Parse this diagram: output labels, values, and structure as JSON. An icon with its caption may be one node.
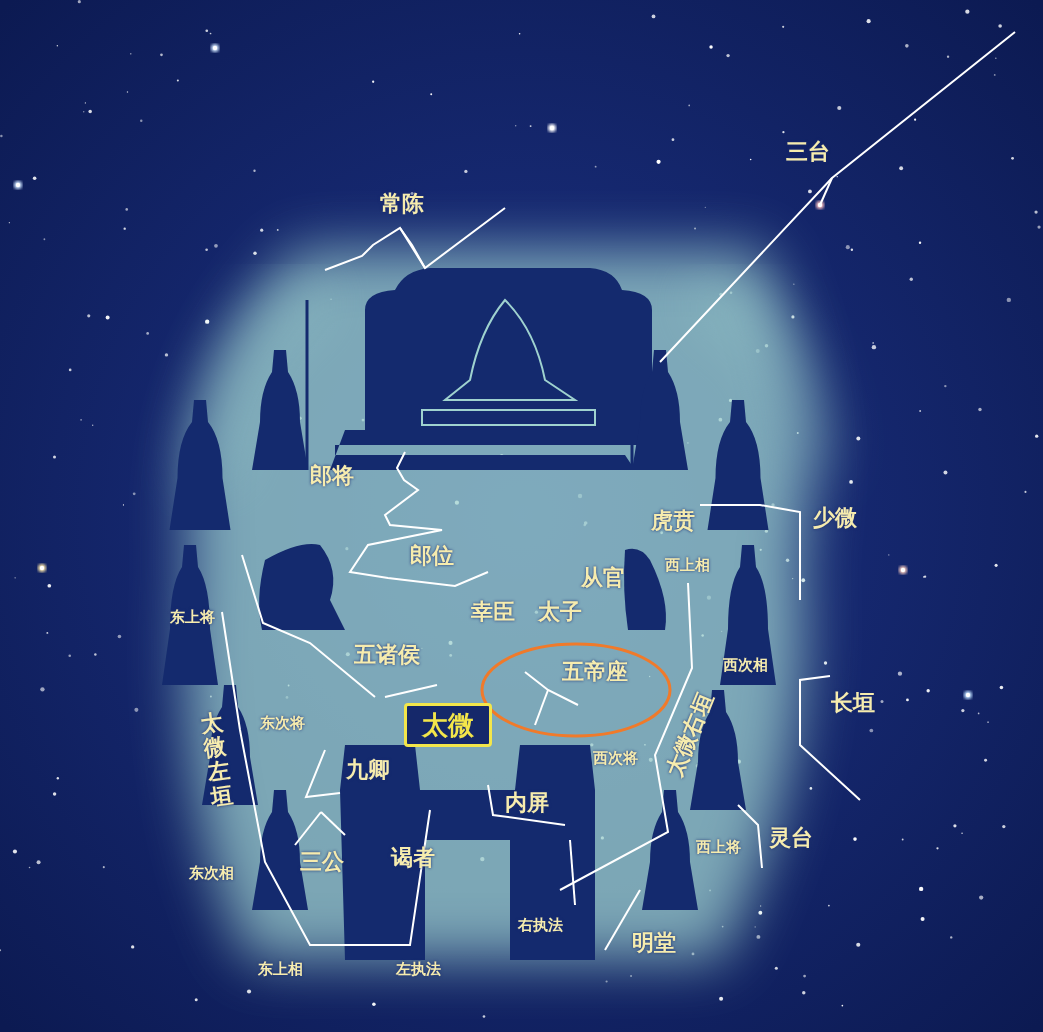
{
  "diagram": {
    "nodes": [
      {
        "text": [
          "五帝座"
        ]
      },
      {
        "text": [
          "太微"
        ]
      }
    ],
    "labels": [
      "三台",
      "常陈",
      "郎将",
      "虎贲",
      "少微",
      "郎位",
      "西上相",
      "从官",
      "东上将",
      "幸臣",
      "太子",
      "五诸侯",
      "西次相",
      "长垣",
      "东次将",
      "太微左垣",
      "太微右垣",
      "西次将",
      "九卿",
      "内屏",
      "灵台",
      "三公",
      "谒者",
      "西上将",
      "东次相",
      "右执法",
      "明堂",
      "东上相",
      "左执法"
    ]
  }
}
